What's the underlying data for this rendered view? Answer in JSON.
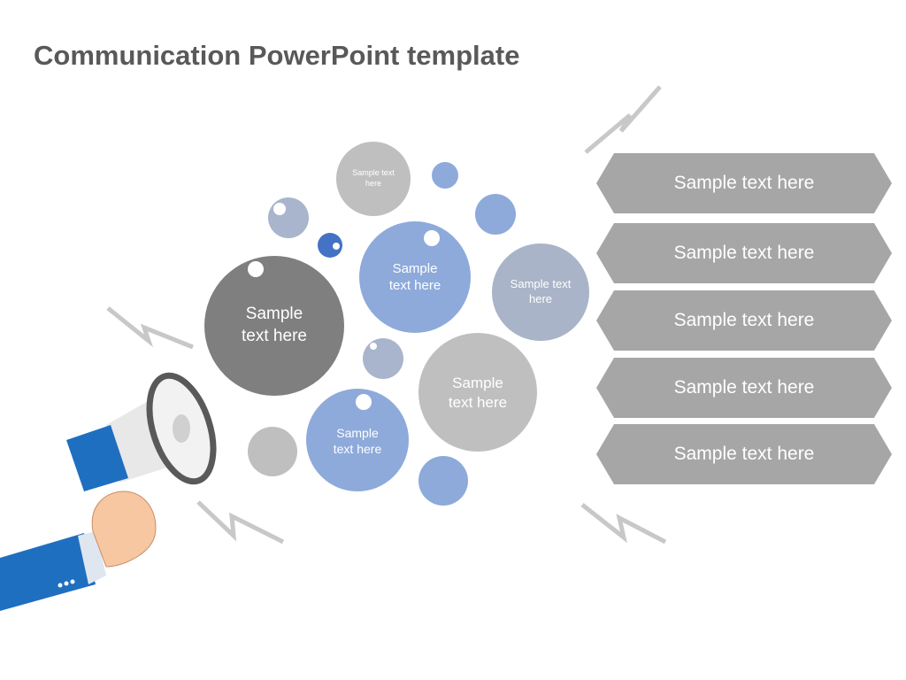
{
  "title": "Communication PowerPoint template",
  "bubbles": [
    {
      "text": "Sample text here",
      "color": "#bfbfbf"
    },
    {
      "text": "Sample text here",
      "color": "#8eaadb"
    },
    {
      "text": "Sample text here",
      "color": "#a9b4c8"
    },
    {
      "text": "Sample text here",
      "color": "#7f7f7f"
    },
    {
      "text": "Sample text here",
      "color": "#bfbfbf"
    },
    {
      "text": "Sample text here",
      "color": "#8eaadb"
    }
  ],
  "items": [
    "Sample text here",
    "Sample text here",
    "Sample text here",
    "Sample text here",
    "Sample text here"
  ],
  "colors": {
    "blue": "#8eaadb",
    "dark_blue": "#4472c4",
    "gray": "#a6a6a6",
    "suit": "#1f6fc0"
  }
}
